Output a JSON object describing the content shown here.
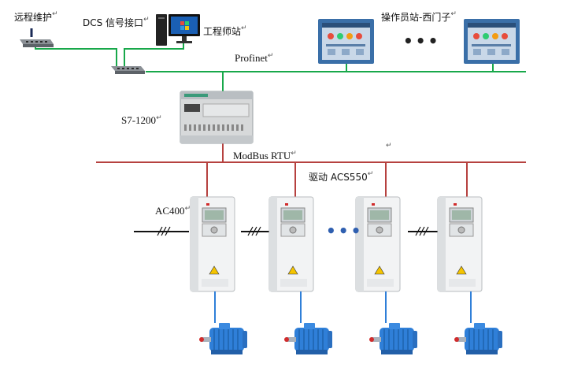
{
  "labels": {
    "remote_maintenance": "远程维护",
    "dcs_interface": "DCS 信号接口",
    "engineer_station": "工程师站",
    "operator_station": "操作员站-西门子",
    "profinet": "Profinet",
    "plc": "S7-1200",
    "modbus": "ModBus RTU",
    "drive": "驱动 ACS550",
    "ac": "AC400"
  },
  "return_mark": "↵",
  "ellipsis": "•••",
  "colors": {
    "profinet_line": "#18a84a",
    "modbus_line": "#c0504d",
    "motor": "#2f7fd8",
    "panel": "#3b78b8"
  }
}
